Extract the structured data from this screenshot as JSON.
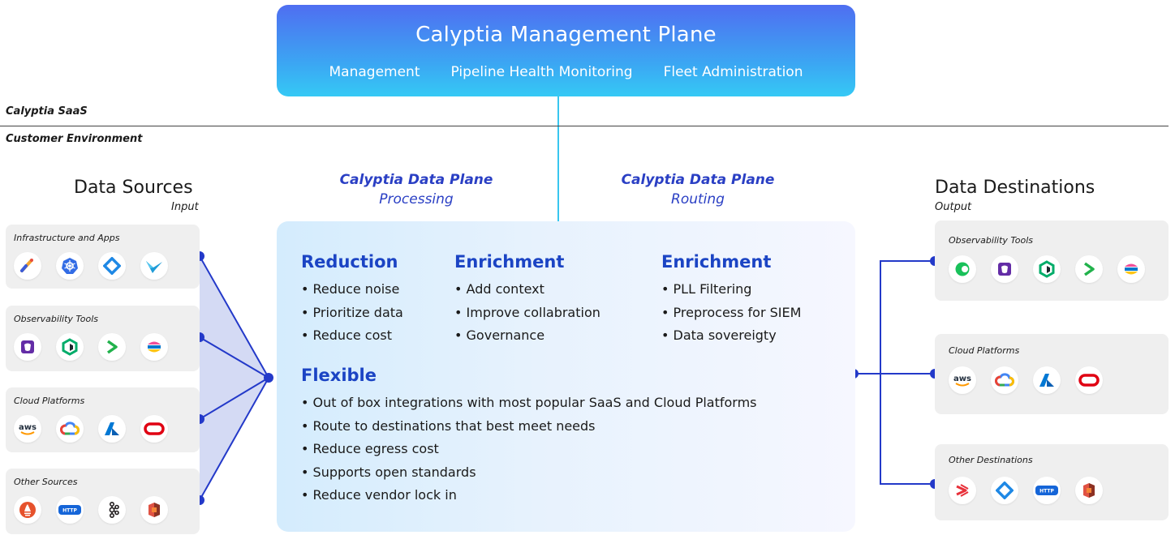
{
  "management_plane": {
    "title": "Calyptia Management Plane",
    "items": [
      "Management",
      "Pipeline Health Monitoring",
      "Fleet Administration"
    ]
  },
  "environment": {
    "saas_label": "Calyptia SaaS",
    "customer_label": "Customer Environment"
  },
  "sources": {
    "heading": "Data Sources",
    "sub": "Input",
    "groups": [
      {
        "label": "Infrastructure and Apps",
        "icons": [
          "telescope-icon",
          "kubernetes-icon",
          "diamond-logo-icon",
          "hummingbird-icon"
        ]
      },
      {
        "label": "Observability Tools",
        "icons": [
          "datadog-icon",
          "newrelic-icon",
          "chevron-logo-icon",
          "elastic-icon"
        ]
      },
      {
        "label": "Cloud Platforms",
        "icons": [
          "aws-icon",
          "google-cloud-icon",
          "azure-icon",
          "oracle-icon"
        ]
      },
      {
        "label": "Other Sources",
        "icons": [
          "prometheus-icon",
          "http-icon",
          "kafka-icon",
          "aws-s3-icon"
        ]
      }
    ],
    "icon_texts": {
      "aws": "aws",
      "http": "HTTP"
    }
  },
  "data_plane": {
    "processing_title": "Calyptia Data Plane",
    "processing_sub": "Processing",
    "routing_title": "Calyptia Data Plane",
    "routing_sub": "Routing",
    "columns": [
      {
        "heading": "Reduction",
        "items": [
          "Reduce noise",
          "Prioritize data",
          "Reduce cost"
        ]
      },
      {
        "heading": "Enrichment",
        "items": [
          "Add context",
          "Improve collabration",
          "Governance"
        ]
      },
      {
        "heading": "Enrichment",
        "items": [
          "PLL Filtering",
          "Preprocess for SIEM",
          "Data sovereigty"
        ]
      }
    ],
    "flexible": {
      "heading": "Flexible",
      "items": [
        "Out of box integrations with most popular SaaS and Cloud Platforms",
        "Route to destinations that best meet needs",
        "Reduce egress cost",
        "Supports open standards",
        "Reduce vendor lock in"
      ]
    }
  },
  "destinations": {
    "heading": "Data Destinations",
    "sub": "Output",
    "groups": [
      {
        "label": "Observability Tools",
        "icons": [
          "observe-icon",
          "datadog-icon",
          "newrelic-icon",
          "chevron-logo-icon",
          "elastic-icon"
        ]
      },
      {
        "label": "Cloud Platforms",
        "icons": [
          "aws-icon",
          "google-cloud-icon",
          "azure-icon",
          "oracle-icon"
        ]
      },
      {
        "label": "Other Destinations",
        "icons": [
          "splunk-icon",
          "diamond-logo-icon",
          "http-icon",
          "aws-s3-icon"
        ]
      }
    ]
  },
  "colors": {
    "accent_blue": "#1b44c4",
    "connector_blue": "#2339c9",
    "fan_fill": "#cdd3f2",
    "management_gradient_top": "#4f6ef1",
    "management_gradient_bottom": "#35c9f5",
    "group_background": "#efefef"
  }
}
